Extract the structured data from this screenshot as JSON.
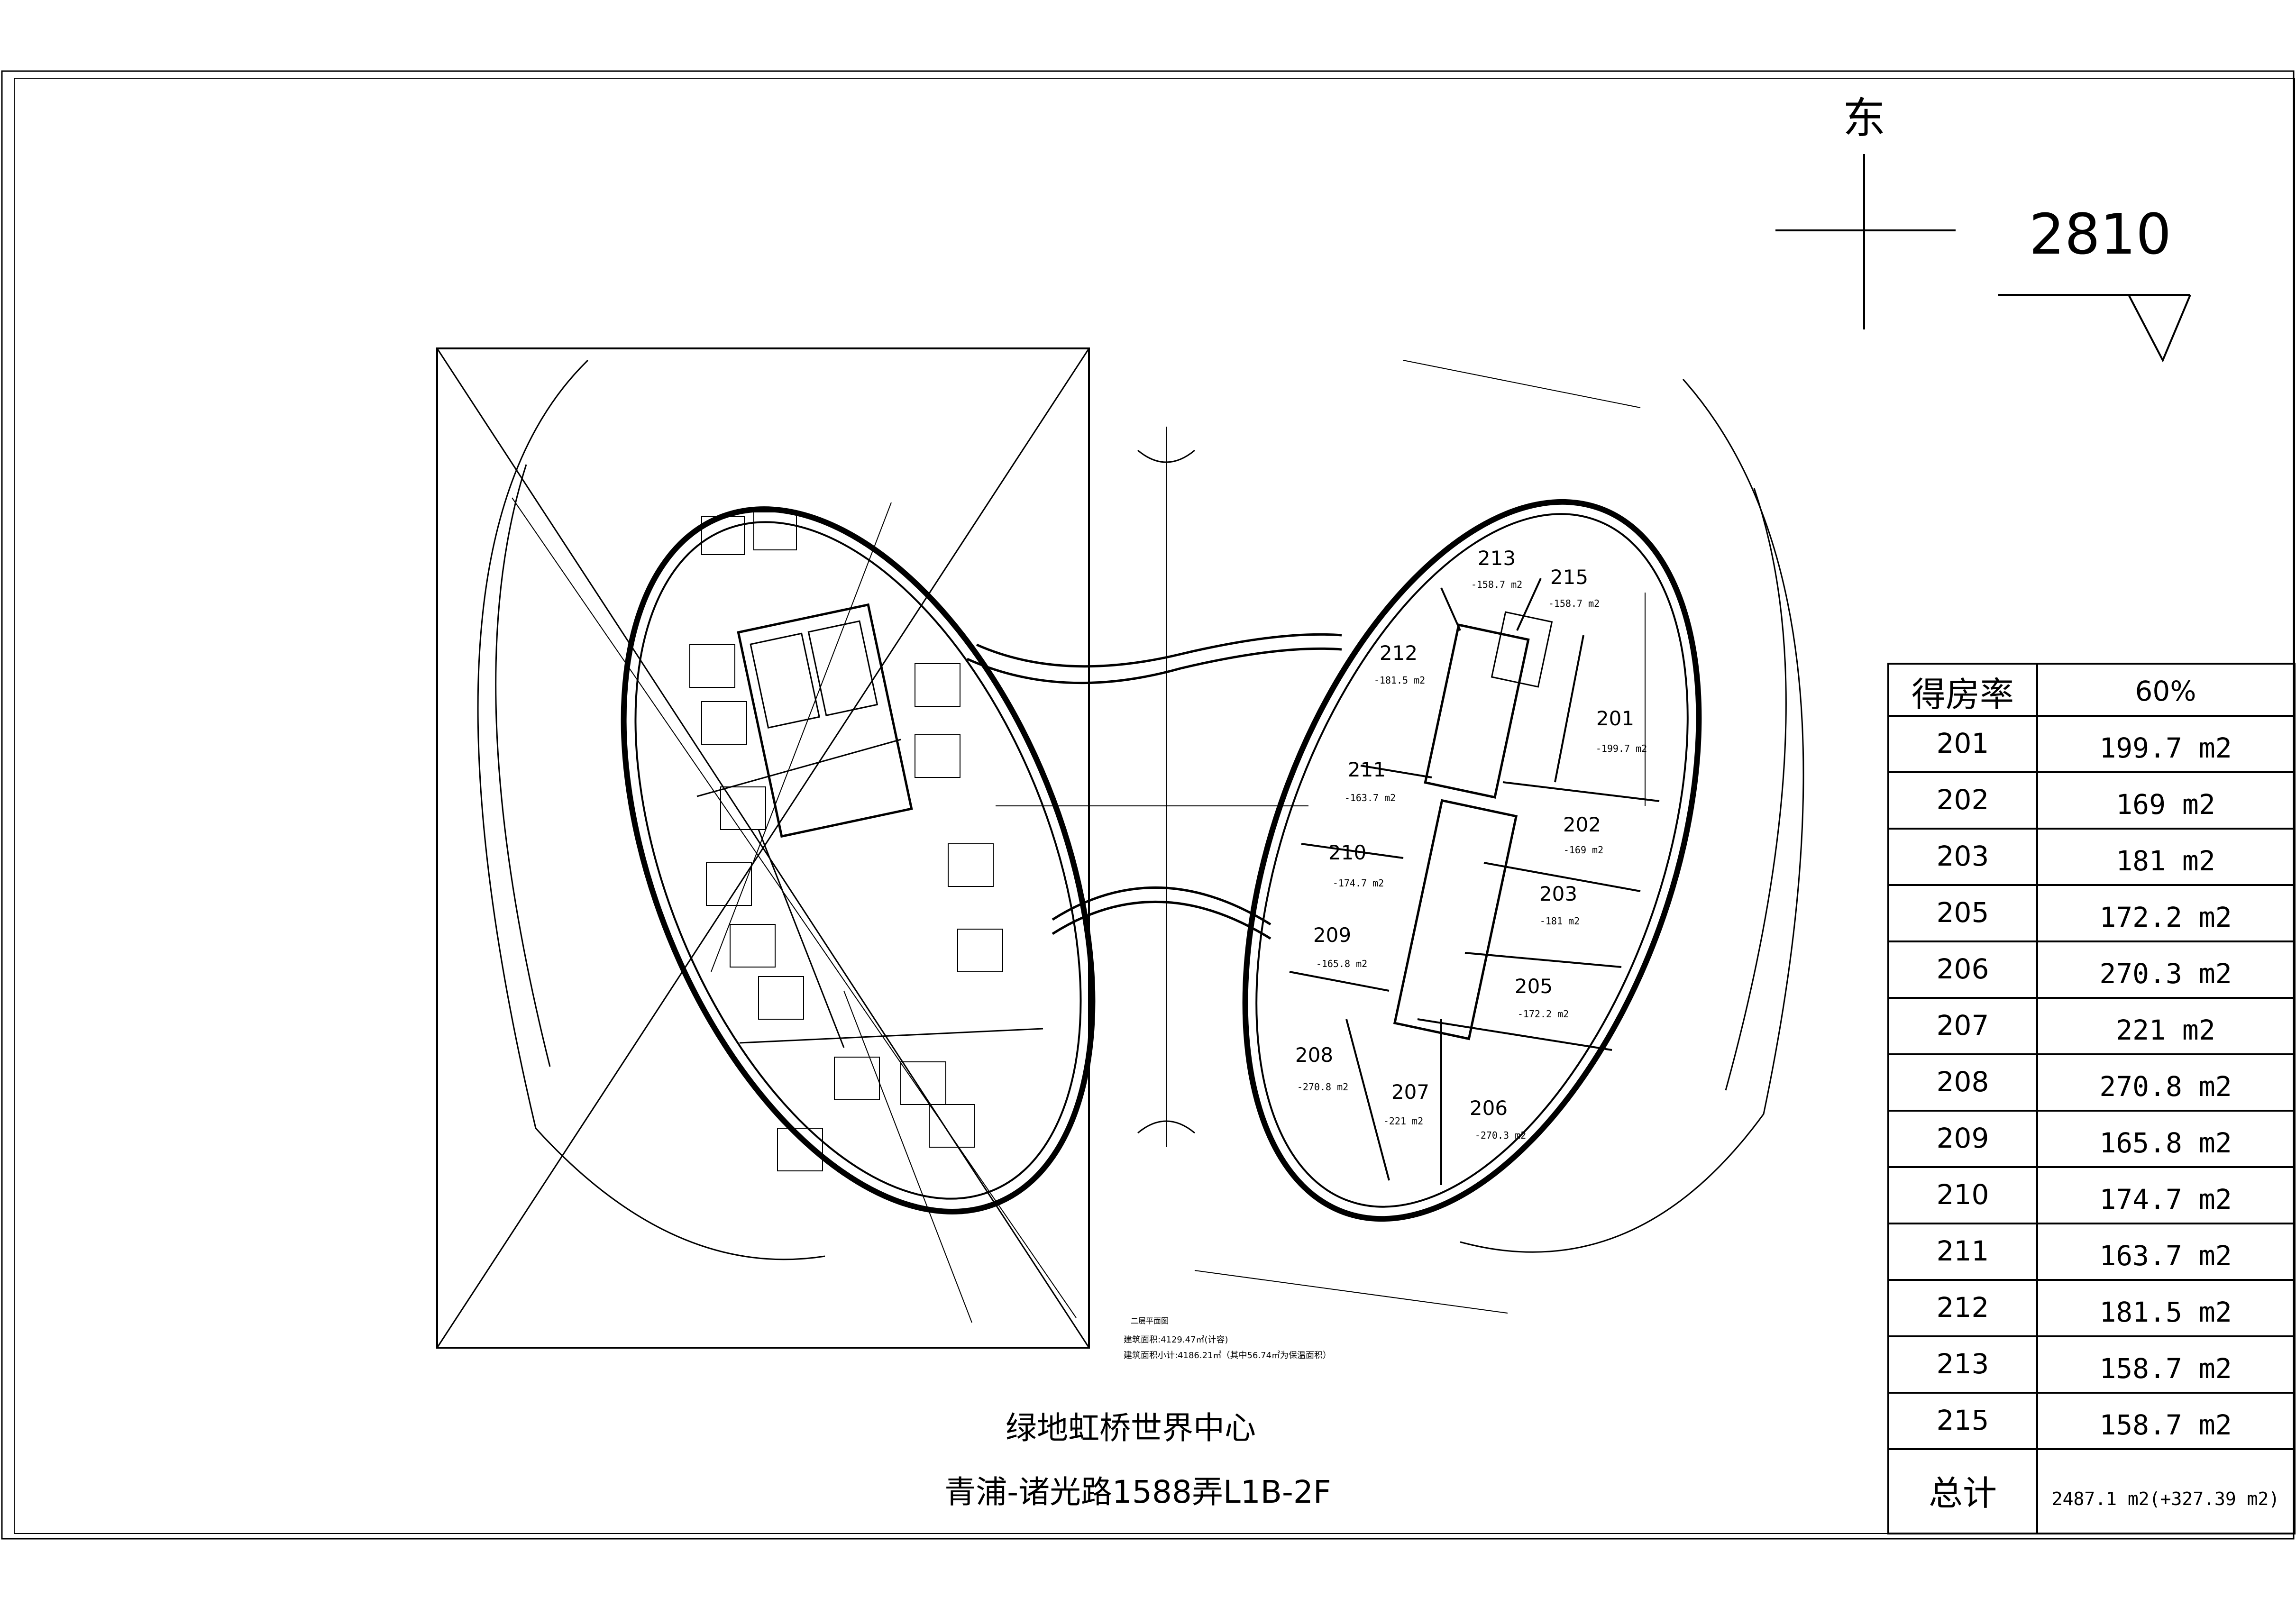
{
  "compass": {
    "direction": "东",
    "label": "2810"
  },
  "plan_area_notes": {
    "heading": "二层平面图",
    "line1": "建筑面积:4129.47㎡(计容)",
    "line2": "建筑面积小计:4186.21㎡（其中56.74㎡为保温面积）"
  },
  "project": {
    "name": "绿地虹桥世界中心",
    "address": "青浦-诸光路1588弄L1B-2F"
  },
  "rooms": [
    {
      "id": "213",
      "area": "-158.7 m2"
    },
    {
      "id": "215",
      "area": "-158.7 m2"
    },
    {
      "id": "212",
      "area": "-181.5 m2"
    },
    {
      "id": "201",
      "area": "-199.7 m2"
    },
    {
      "id": "211",
      "area": "-163.7 m2"
    },
    {
      "id": "202",
      "area": "-169 m2"
    },
    {
      "id": "210",
      "area": "-174.7 m2"
    },
    {
      "id": "203",
      "area": "-181 m2"
    },
    {
      "id": "209",
      "area": "-165.8 m2"
    },
    {
      "id": "205",
      "area": "-172.2 m2"
    },
    {
      "id": "208",
      "area": "-270.8 m2"
    },
    {
      "id": "207",
      "area": "-221 m2"
    },
    {
      "id": "206",
      "area": "-270.3 m2"
    }
  ],
  "table": {
    "header_left": "得房率",
    "header_right": "60%",
    "rows": [
      {
        "unit": "201",
        "area": "199.7 m2"
      },
      {
        "unit": "202",
        "area": "169 m2"
      },
      {
        "unit": "203",
        "area": "181 m2"
      },
      {
        "unit": "205",
        "area": "172.2 m2"
      },
      {
        "unit": "206",
        "area": "270.3 m2"
      },
      {
        "unit": "207",
        "area": "221 m2"
      },
      {
        "unit": "208",
        "area": "270.8 m2"
      },
      {
        "unit": "209",
        "area": "165.8 m2"
      },
      {
        "unit": "210",
        "area": "174.7 m2"
      },
      {
        "unit": "211",
        "area": "163.7 m2"
      },
      {
        "unit": "212",
        "area": "181.5 m2"
      },
      {
        "unit": "213",
        "area": "158.7 m2"
      },
      {
        "unit": "215",
        "area": "158.7 m2"
      }
    ],
    "total_label": "总计",
    "total_value": "2487.1 m2(+327.39 m2)"
  }
}
